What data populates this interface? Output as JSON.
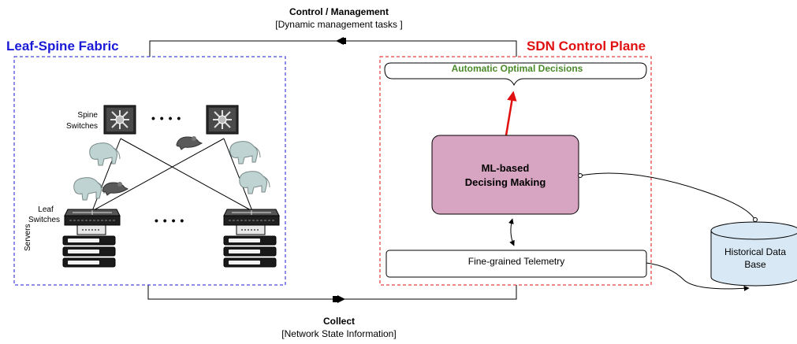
{
  "top_flow": {
    "title": "Control / Management",
    "subtitle": "[Dynamic management tasks ]"
  },
  "bottom_flow": {
    "title": "Collect",
    "subtitle": "[Network State Information]"
  },
  "leaf_spine": {
    "title": "Leaf-Spine Fabric",
    "spine_label_1": "Spine",
    "spine_label_2": "Switches",
    "leaf_label_1": "Leaf",
    "leaf_label_2": "Switches",
    "servers_label": "Servers",
    "ellipsis": "• • • •"
  },
  "sdn": {
    "title": "SDN Control Plane",
    "decisions": "Automatic Optimal Decisions",
    "ml_line1": "ML-based",
    "ml_line2": "Decising Making",
    "telemetry": "Fine-grained Telemetry"
  },
  "database": {
    "line1": "Historical Data",
    "line2": "Base"
  },
  "colors": {
    "leaf_spine_border": "#1a1ad6",
    "sdn_border": "#e01010",
    "decisions_text": "#4a8a2a",
    "ml_box_fill": "#d7a4c2",
    "database_fill": "#d8e8f4",
    "red_arrow": "#e01010"
  }
}
